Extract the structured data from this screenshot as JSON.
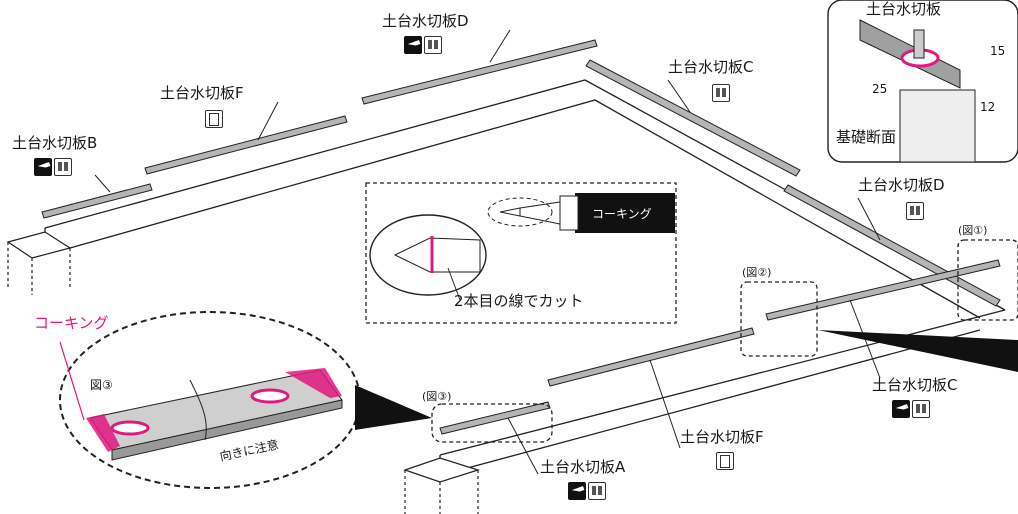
{
  "labels": {
    "board_d_top": "土台水切板D",
    "board_f_top": "土台水切板F",
    "board_b": "土台水切板B",
    "board_c_top": "土台水切板C",
    "board_d_right": "土台水切板D",
    "board_c_right": "土台水切板C",
    "board_f_bottom": "土台水切板F",
    "board_a": "土台水切板A",
    "inset_board": "土台水切板",
    "foundation_section": "基礎断面",
    "caulking": "コーキング",
    "caulking_tube": "コーキング",
    "cut_instruction": "2本目の線でカット",
    "fig1_ref": "(図①)",
    "fig2_ref": "(図②)",
    "fig3_ref": "(図③)",
    "fig3_label": "図③",
    "orientation_note": "向きに注意"
  },
  "dimensions": {
    "d15": "15",
    "d25": "25",
    "d12": "12"
  },
  "icons": {
    "board_d_top": [
      "install-arrow-icon",
      "lr-icon"
    ],
    "board_f_top": [
      "book-icon"
    ],
    "board_b": [
      "install-arrow-icon",
      "lr-icon"
    ],
    "board_c_top": [
      "lr-icon"
    ],
    "board_d_right": [
      "lr-icon"
    ],
    "board_c_right": [
      "install-arrow-icon",
      "lr-icon"
    ],
    "board_f_bottom": [
      "book-icon"
    ],
    "board_a": [
      "install-arrow-icon",
      "lr-icon"
    ]
  },
  "colors": {
    "accent_pink": "#e0187f",
    "line": "#222222",
    "board_gray": "#9a9a9a"
  }
}
